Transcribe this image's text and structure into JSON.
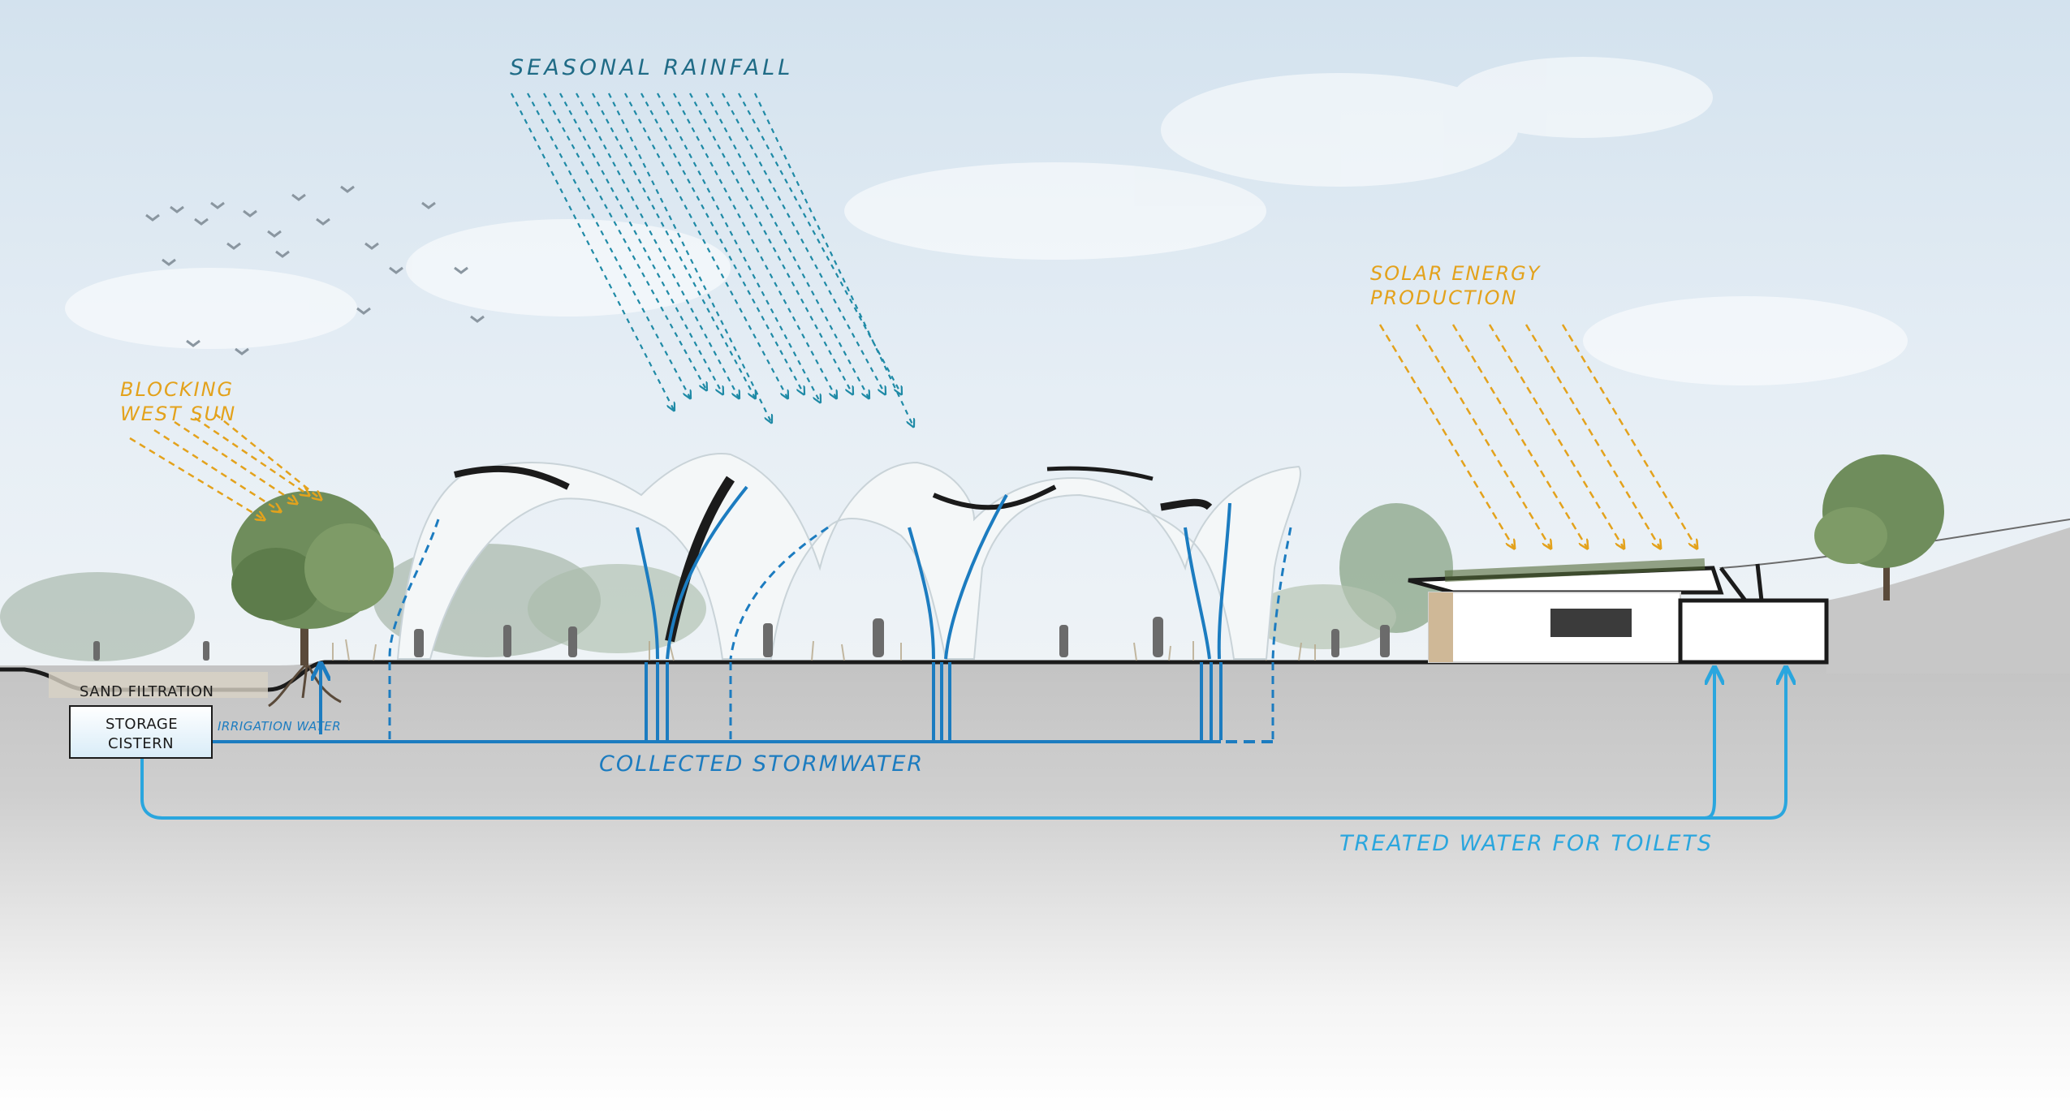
{
  "labels": {
    "seasonal_rainfall": "SEASONAL RAINFALL",
    "blocking_line1": "BLOCKING",
    "blocking_line2": "WEST SUN",
    "solar_line1": "SOLAR ENERGY",
    "solar_line2": "PRODUCTION",
    "sand_filtration": "SAND FILTRATION",
    "storage_line1": "STORAGE",
    "storage_line2": "CISTERN",
    "irrigation_water": "IRRIGATION WATER",
    "collected_stormwater": "COLLECTED STORMWATER",
    "treated_water": "TREATED WATER FOR TOILETS"
  },
  "colors": {
    "rain_teal": "#1f8aa6",
    "label_teal": "#1f6b86",
    "sun_orange": "#e3a21c",
    "stormwater_blue": "#1c7cc0",
    "treated_cyan": "#2aa6de",
    "ground_gray": "#bfbfbf",
    "sky": "#dde9f2"
  }
}
